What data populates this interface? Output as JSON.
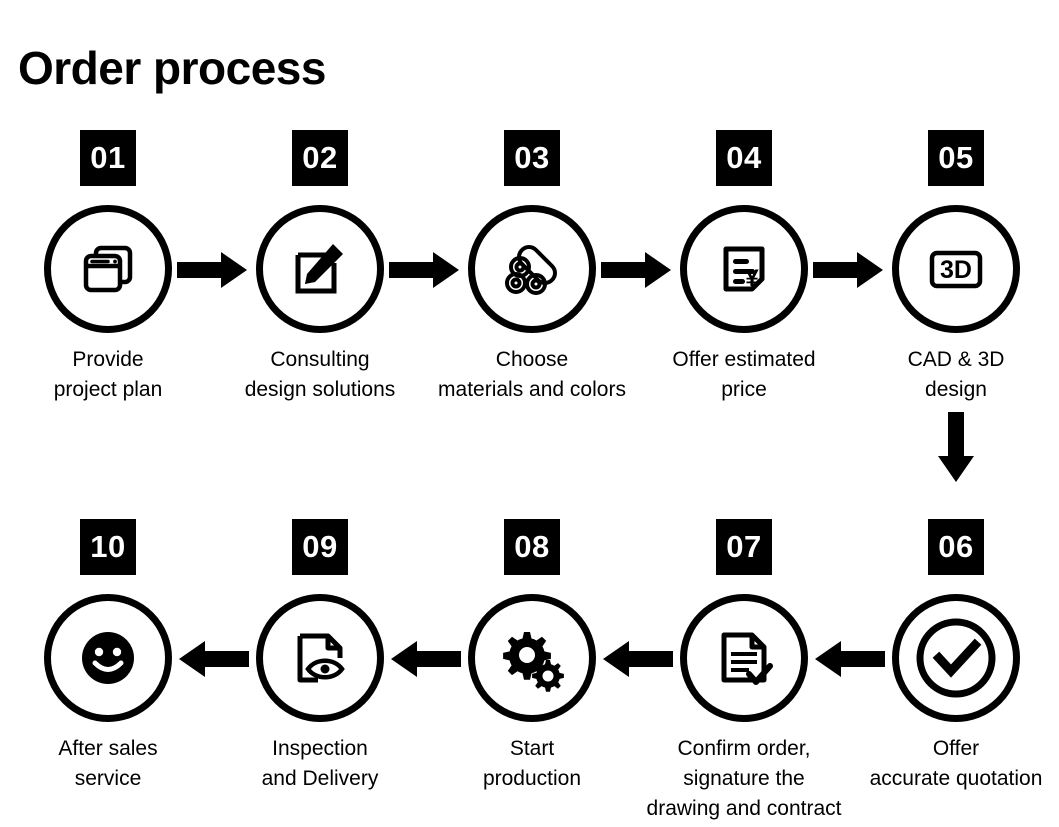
{
  "title": "Order process",
  "colors": {
    "ink": "#000000",
    "background": "#ffffff",
    "badge_background": "#000000",
    "badge_text": "#ffffff"
  },
  "rows": [
    {
      "id": "row-1",
      "direction": "left-to-right",
      "steps": [
        {
          "number": "01",
          "icon": "stacked-windows-icon",
          "caption": "Provide\nproject plan"
        },
        {
          "number": "02",
          "icon": "pencil-edit-square-icon",
          "caption": "Consulting\ndesign solutions"
        },
        {
          "number": "03",
          "icon": "material-tubes-icon",
          "caption": "Choose\nmaterials and colors"
        },
        {
          "number": "04",
          "icon": "invoice-yen-icon",
          "caption": "Offer estimated\nprice"
        },
        {
          "number": "05",
          "icon": "three-d-screen-icon",
          "caption": "CAD & 3D\ndesign"
        }
      ]
    },
    {
      "id": "row-2",
      "direction": "right-to-left",
      "steps": [
        {
          "number": "10",
          "icon": "smiley-face-icon",
          "caption": "After sales\nservice"
        },
        {
          "number": "09",
          "icon": "document-eye-icon",
          "caption": "Inspection\nand Delivery"
        },
        {
          "number": "08",
          "icon": "gears-icon",
          "caption": "Start\nproduction"
        },
        {
          "number": "07",
          "icon": "document-check-icon",
          "caption": "Confirm order,\nsignature the\ndrawing and contract"
        },
        {
          "number": "06",
          "icon": "check-circle-icon",
          "caption": "Offer\naccurate quotation"
        }
      ]
    }
  ],
  "connectors": {
    "row1_arrows": [
      "arrow-right",
      "arrow-right",
      "arrow-right",
      "arrow-right"
    ],
    "row_link_arrow": "arrow-down",
    "row2_arrows": [
      "arrow-left",
      "arrow-left",
      "arrow-left",
      "arrow-left"
    ]
  }
}
